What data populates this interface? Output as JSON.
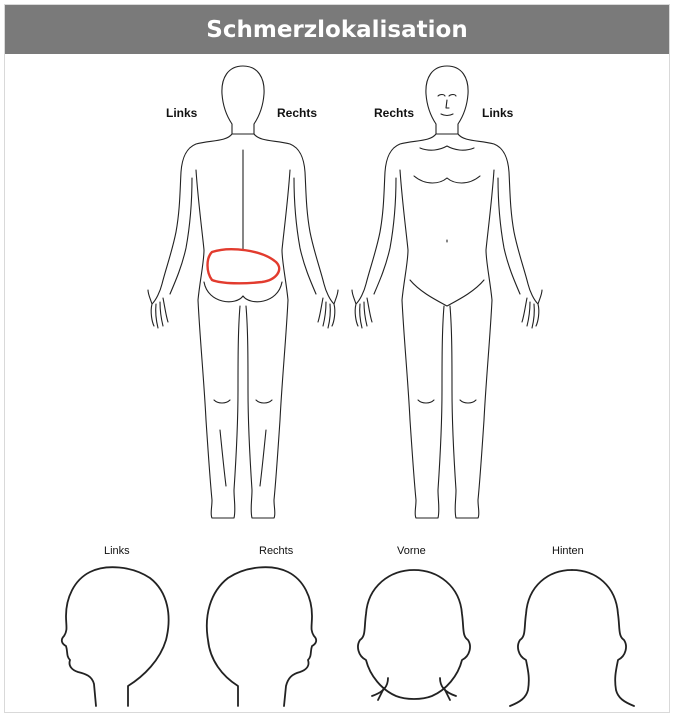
{
  "page": {
    "title": "Schmerzlokalisation"
  },
  "body_back": {
    "left_label": "Links",
    "right_label": "Rechts"
  },
  "body_front": {
    "left_label": "Rechts",
    "right_label": "Links"
  },
  "heads": {
    "left": "Links",
    "right": "Rechts",
    "front": "Vorne",
    "back": "Hinten"
  },
  "colors": {
    "header_bg": "#7a7a7a",
    "pain_marker": "#e23b2e",
    "outline": "#222222"
  },
  "pain_marks": [
    {
      "region": "lower-back",
      "view": "back"
    }
  ]
}
